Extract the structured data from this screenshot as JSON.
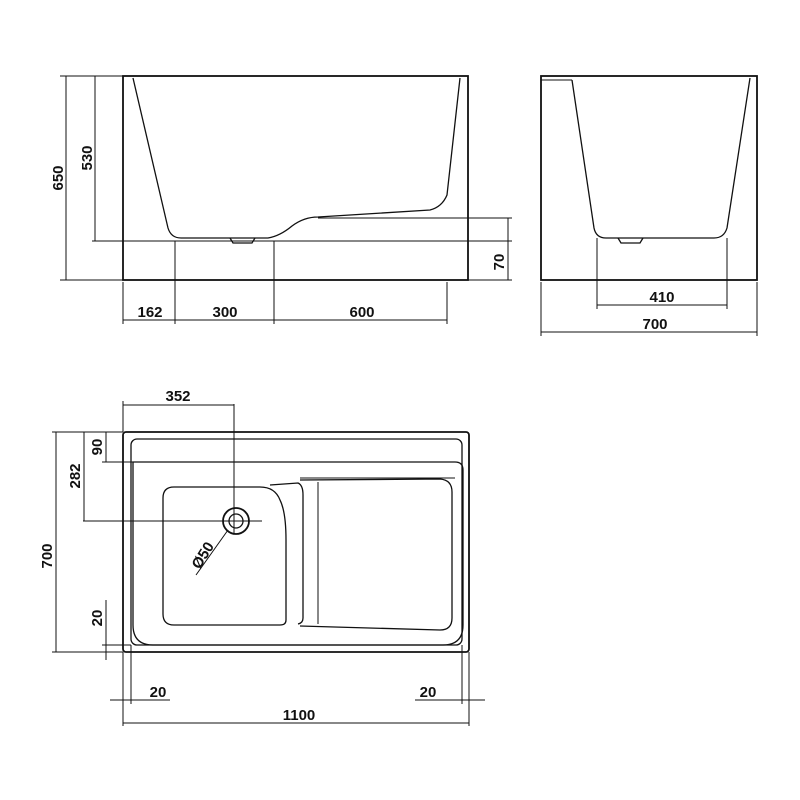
{
  "dimensions": {
    "front_height_total": "650",
    "front_depth_inner": "530",
    "front_base_height": "70",
    "front_seg_left": "162",
    "front_seg_mid": "300",
    "front_seg_right": "600",
    "side_bottom_width": "410",
    "side_total_width": "700",
    "top_drain_offset_x": "352",
    "top_rim_offset": "90",
    "top_drain_offset_y": "282",
    "top_width_total": "700",
    "top_bottom_margin": "20",
    "top_left_margin": "20",
    "top_right_margin": "20",
    "top_length_total": "1100",
    "drain_diameter": "Ø50"
  }
}
